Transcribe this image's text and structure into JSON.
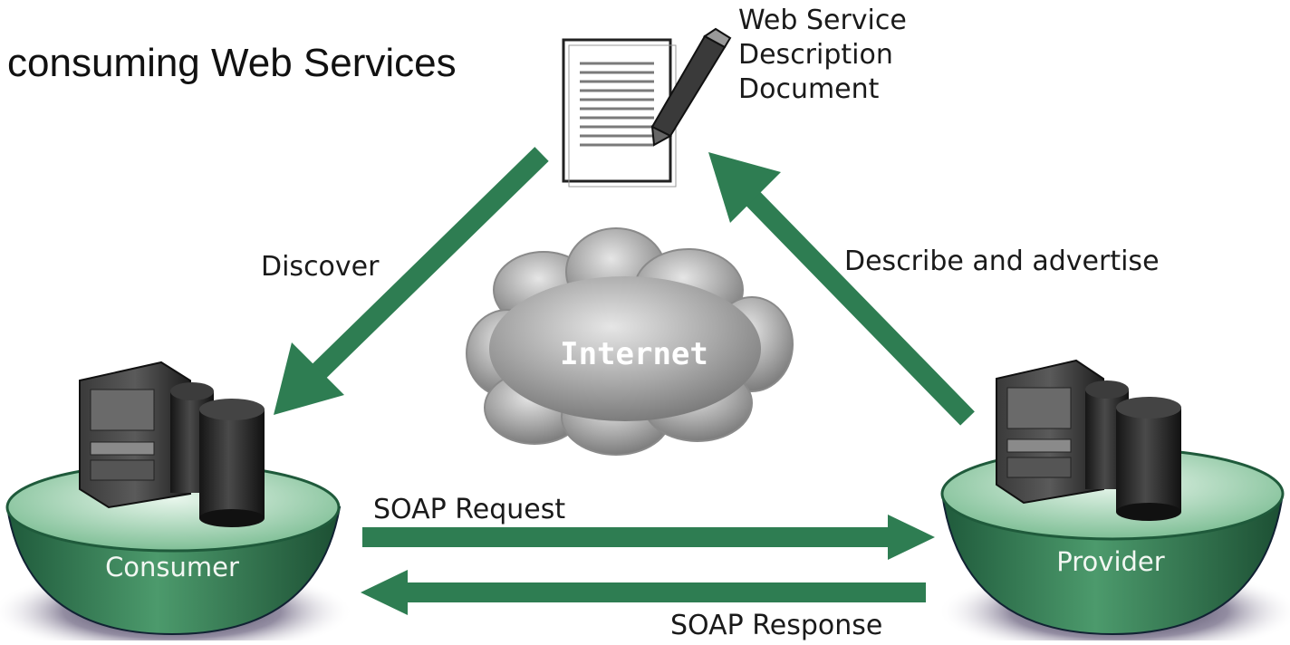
{
  "title": "consuming Web Services",
  "document_label": [
    "Web Service",
    "Description",
    "Document"
  ],
  "cloud_label": "Internet",
  "nodes": {
    "consumer": "Consumer",
    "provider": "Provider"
  },
  "edges": {
    "discover": "Discover",
    "describe": "Describe and advertise",
    "soap_request": "SOAP Request",
    "soap_response": "SOAP Response"
  },
  "colors": {
    "arrow": "#2e7d52",
    "bowl": "#3e8a5e",
    "bowl_rim": "#cfe9d6",
    "cloud": "#a9a9a9",
    "server": "#2b2b2b"
  }
}
